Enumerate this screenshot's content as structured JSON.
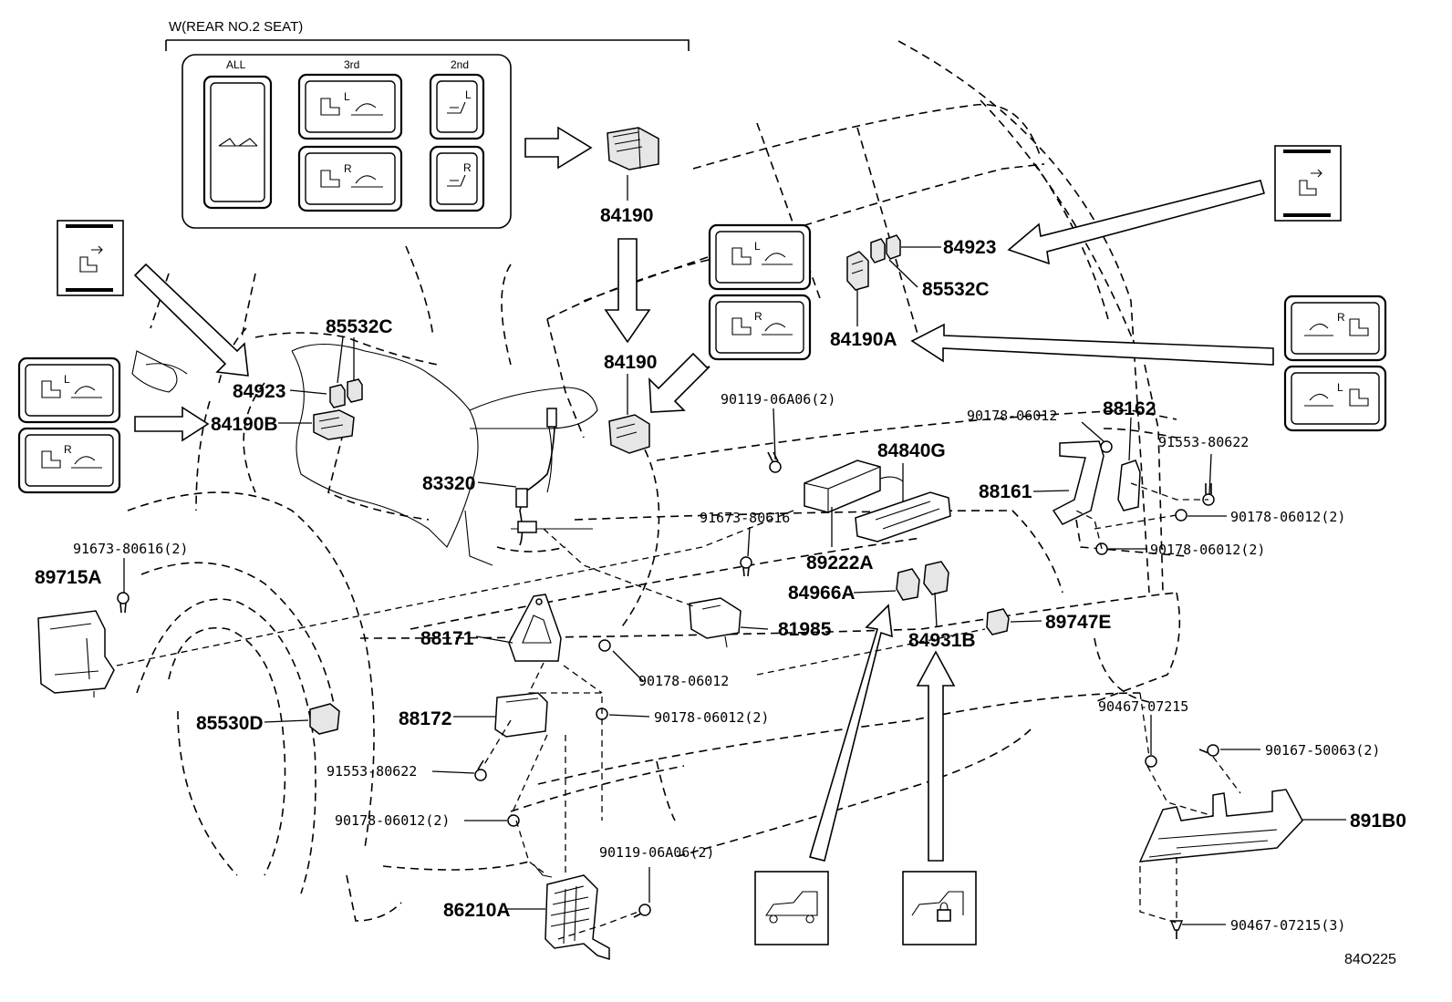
{
  "header": {
    "variant_label": "W(REAR NO.2 SEAT)"
  },
  "switch_panel": {
    "columns": [
      "ALL",
      "3rd",
      "2nd"
    ],
    "letters": {
      "left": "L",
      "right": "R"
    }
  },
  "part_numbers": {
    "p84190_top": "84190",
    "p84190_mid": "84190",
    "p85532C_left": "85532C",
    "p84923_left": "84923",
    "p84190B": "84190B",
    "p83320": "83320",
    "p91673_80616_2": "91673-80616(2)",
    "p89715A": "89715A",
    "p85530D": "85530D",
    "p88171": "88171",
    "p88172": "88172",
    "p91553_80622_left": "91553-80622",
    "p90178_06012_2_a": "90178-06012(2)",
    "p90119_06A06_2_bottom": "90119-06A06(2)",
    "p86210A": "86210A",
    "p90178_06012_mid": "90178-06012",
    "p90178_06012_2_b": "90178-06012(2)",
    "p90119_06A06_2_top": "90119-06A06(2)",
    "p91673_80616": "91673-80616",
    "p81985": "81985",
    "p89222A": "89222A",
    "p84840G": "84840G",
    "p84966A": "84966A",
    "p84931B": "84931B",
    "p84923_right": "84923",
    "p85532C_right": "85532C",
    "p84190A": "84190A",
    "p90178_06012_right": "90178-06012",
    "p88162": "88162",
    "p91553_80622_right": "91553-80622",
    "p88161": "88161",
    "p90178_06012_2_c": "90178-06012(2)",
    "p90178_06012_2_d": "90178-06012(2)",
    "p89747E": "89747E",
    "p90467_07215": "90467-07215",
    "p90167_50063_2": "90167-50063(2)",
    "p891B0": "891B0",
    "p90467_07215_3": "90467-07215(3)"
  },
  "figure_ref": "84O225"
}
